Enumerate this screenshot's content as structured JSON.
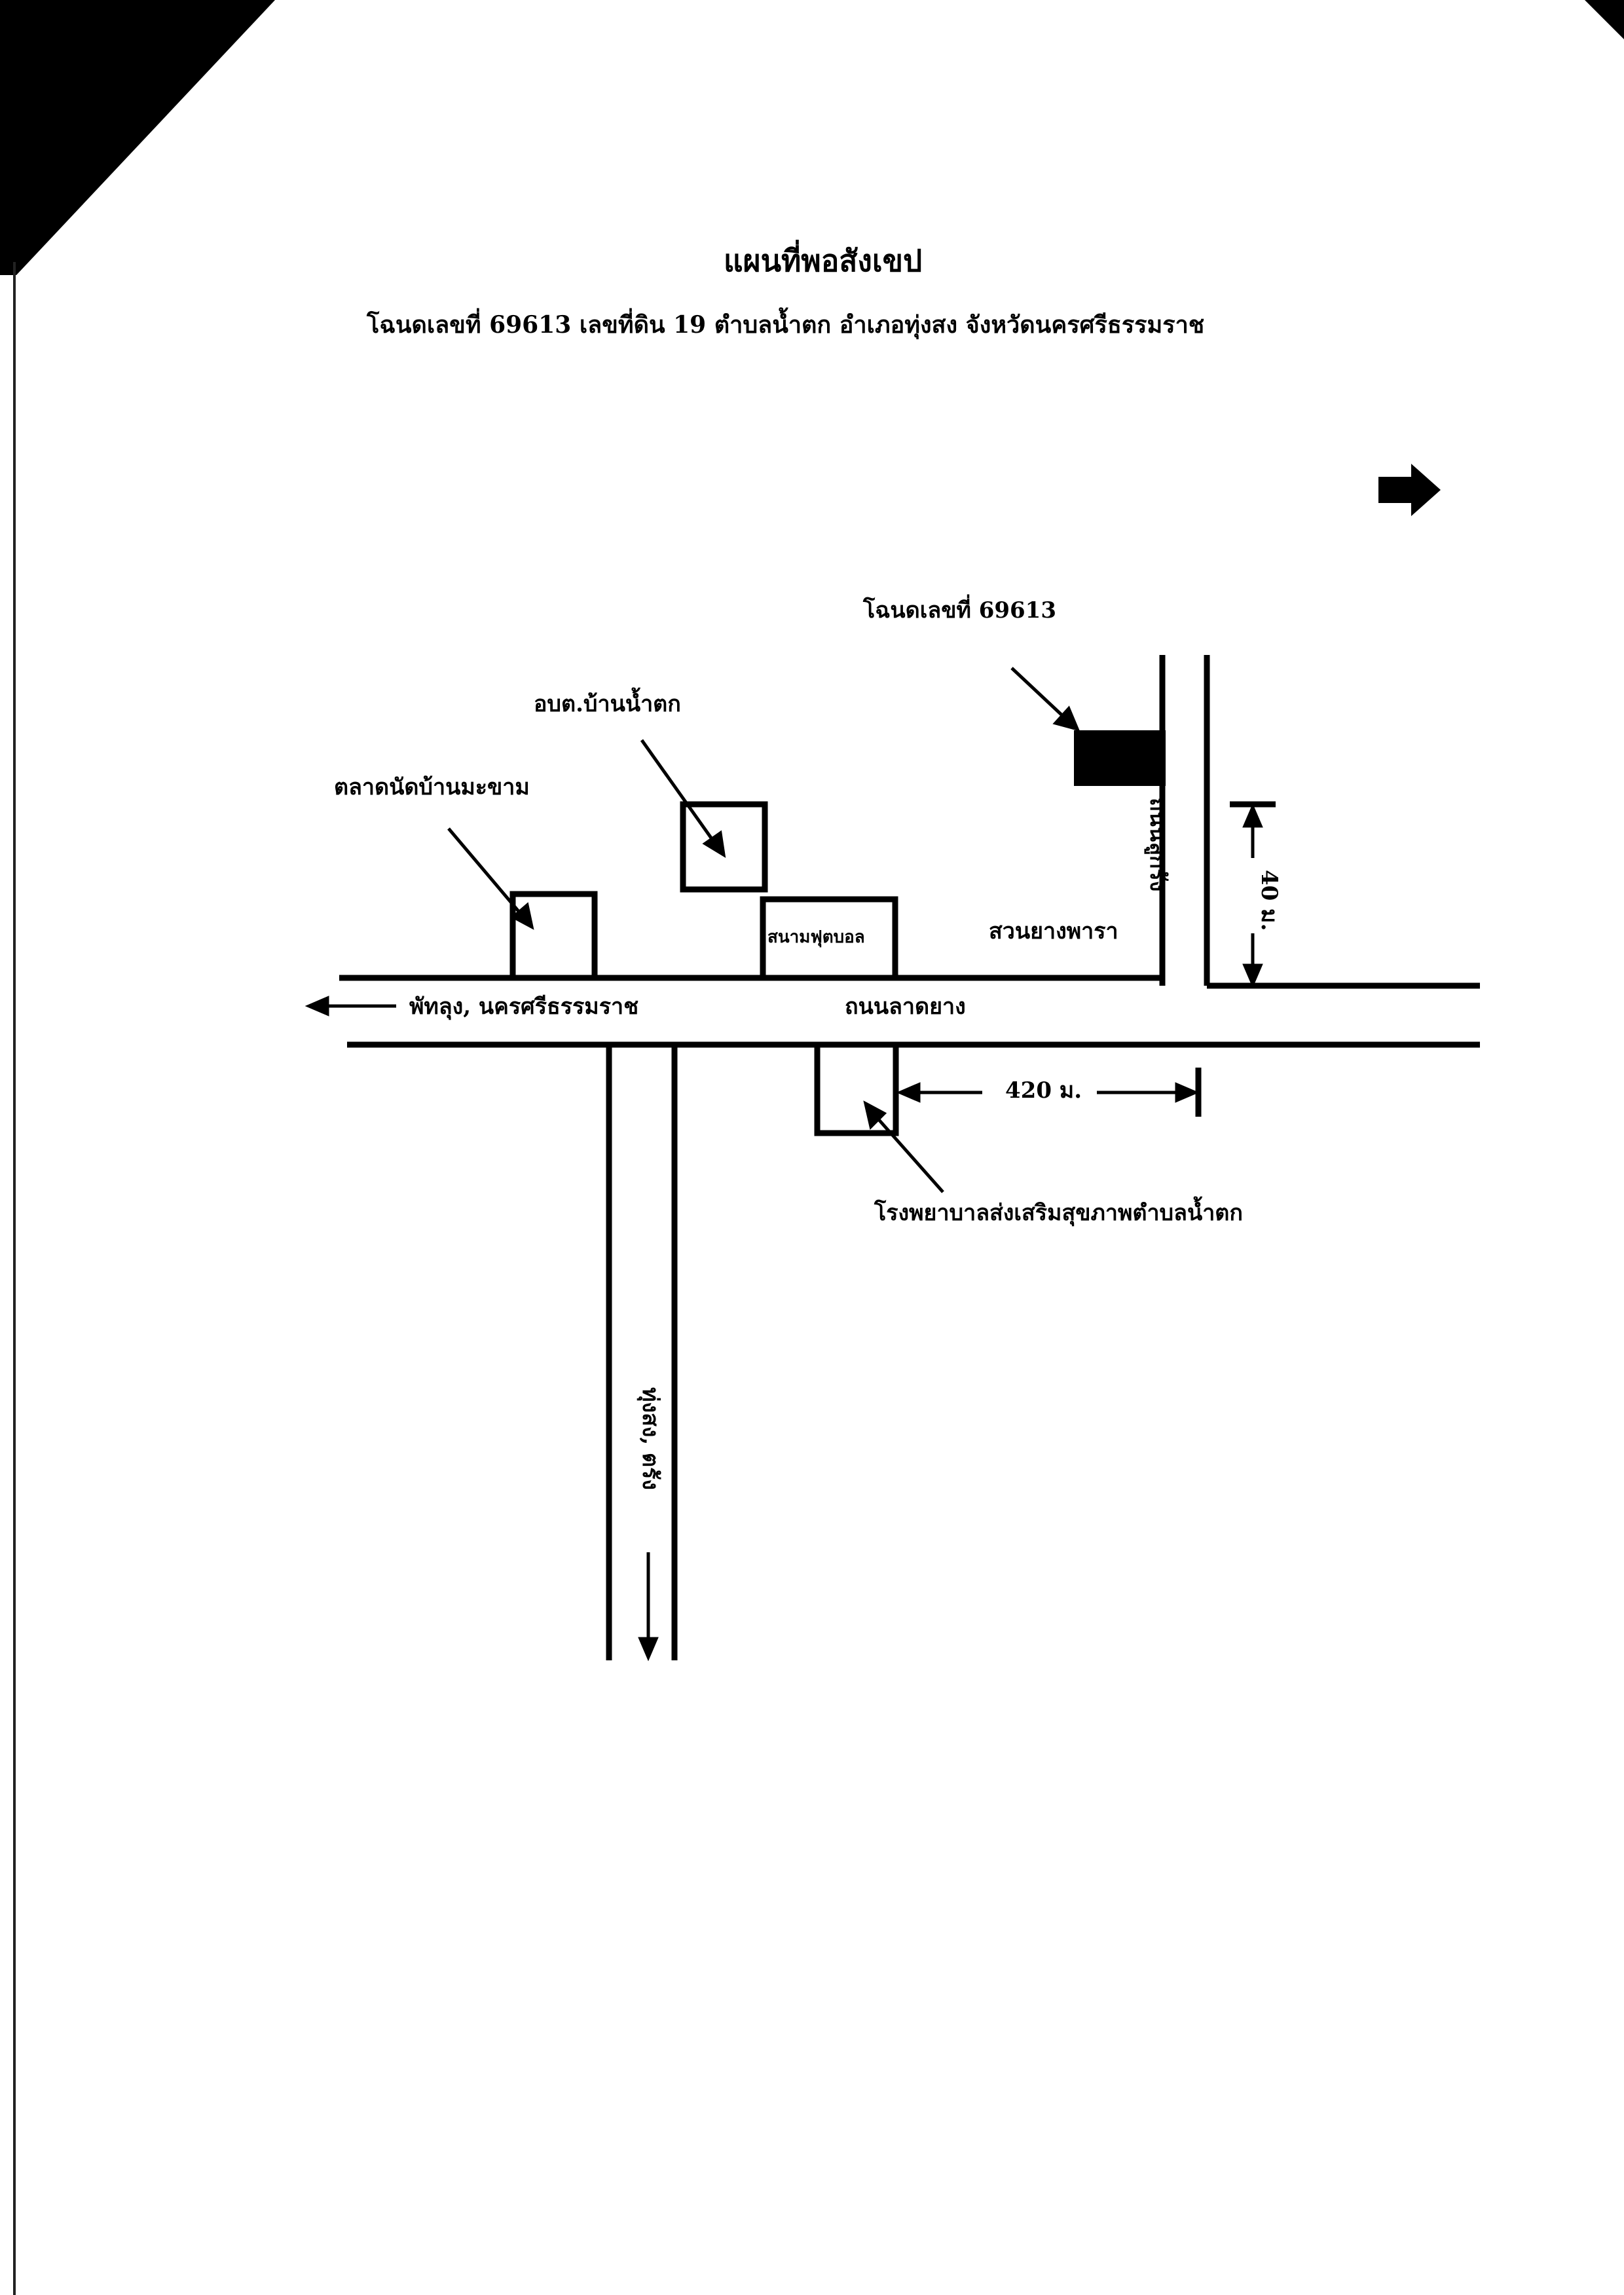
{
  "map": {
    "title": "แผนที่พอสังเขป",
    "subtitle": "โฉนดเลขที่ 69613 เลขที่ดิน 19 ตำบลน้ำตก อำเภอทุ่งสง จังหวัดนครศรีธรรมราช",
    "north_arrow_icon": "arrow-right-icon",
    "labels": {
      "deed_parcel": "โฉนดเลขที่ 69613",
      "sao_office": "อบต.บ้านน้ำตก",
      "market": "ตลาดนัดบ้านมะขาม",
      "football_field": "สนามฟุตบอล",
      "rubber_plantation": "สวนยางพารา",
      "main_road_destination": "พัทลุง, นครศรีธรรมราช",
      "main_road_name": "ถนนลาดยาง",
      "side_road_name": "ถนนลูกรัง",
      "distance_side_road": "40 ม.",
      "distance_main_road": "420 ม.",
      "health_hospital": "โรงพยาบาลส่งเสริมสุขภาพตำบลน้ำตก",
      "south_road_destination": "ทุ่งสง, ตรัง"
    },
    "colors": {
      "ink": "#000000",
      "paper": "#ffffff",
      "scan_edge": "#000000"
    }
  }
}
